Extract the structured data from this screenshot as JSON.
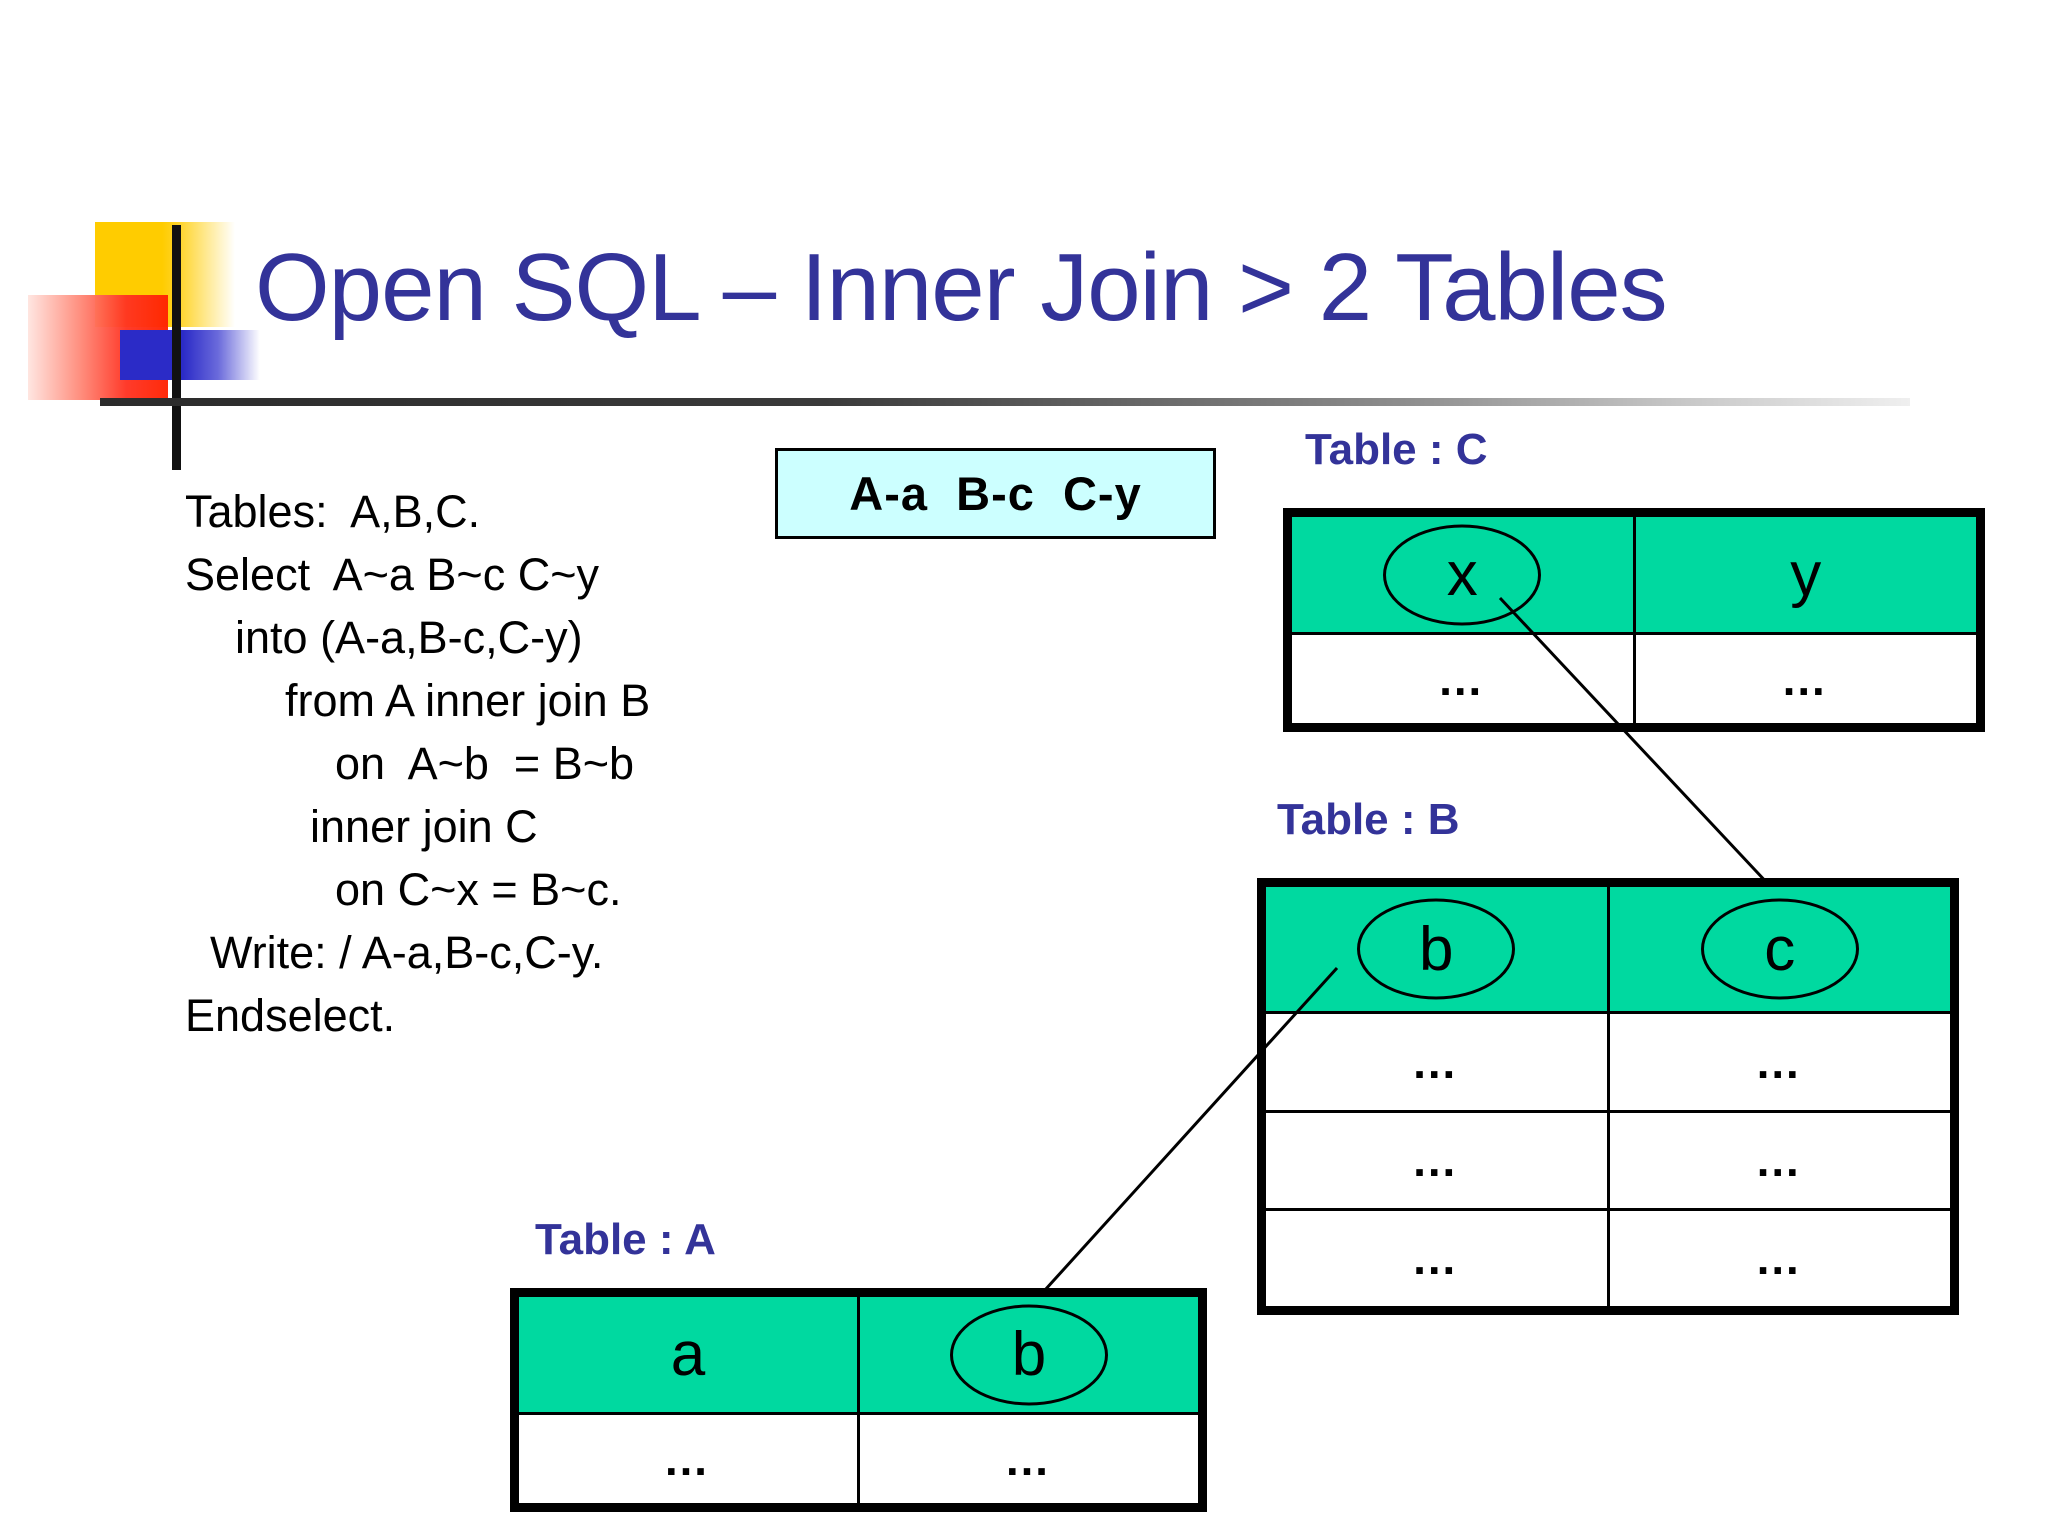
{
  "slide": {
    "title": "Open SQL – Inner Join > 2 Tables",
    "title_color": "#333399",
    "background": "#FFFFFF"
  },
  "logo": {
    "yellow": "#FFCC00",
    "red": "#FF2200",
    "blue": "#2B2BC7",
    "rule": "#2B2B2B"
  },
  "code": {
    "lines": [
      "Tables:  A,B,C.",
      "Select  A~a B~c C~y",
      "    into (A-a,B-c,C-y)",
      "        from A inner join B",
      "            on  A~b  = B~b",
      "          inner join C",
      "            on C~x = B~c.",
      "  Write: / A-a,B-c,C-y.",
      "Endselect."
    ]
  },
  "legend": {
    "text": "A-a  B-c  C-y",
    "background": "#CCFFFF",
    "border": "#000000"
  },
  "tables": {
    "header_fill": "#00D9A0",
    "caption_color": "#333399",
    "c": {
      "caption": "Table : C",
      "headers": [
        "x",
        "y"
      ],
      "circled": [
        "x"
      ],
      "rows": [
        [
          "…",
          "…"
        ]
      ]
    },
    "b": {
      "caption": "Table : B",
      "headers": [
        "b",
        "c"
      ],
      "circled": [
        "b",
        "c"
      ],
      "rows": [
        [
          "…",
          "…"
        ],
        [
          "…",
          "…"
        ],
        [
          "…",
          "…"
        ]
      ]
    },
    "a": {
      "caption": "Table : A",
      "headers": [
        "a",
        "b"
      ],
      "circled": [
        "b"
      ],
      "rows": [
        [
          "…",
          "…"
        ]
      ]
    }
  },
  "connectors": [
    {
      "name": "c-x-to-b-c",
      "from": "Table C column x",
      "to": "Table B column c"
    },
    {
      "name": "b-b-to-a-b",
      "from": "Table B column b",
      "to": "Table A column b"
    }
  ]
}
